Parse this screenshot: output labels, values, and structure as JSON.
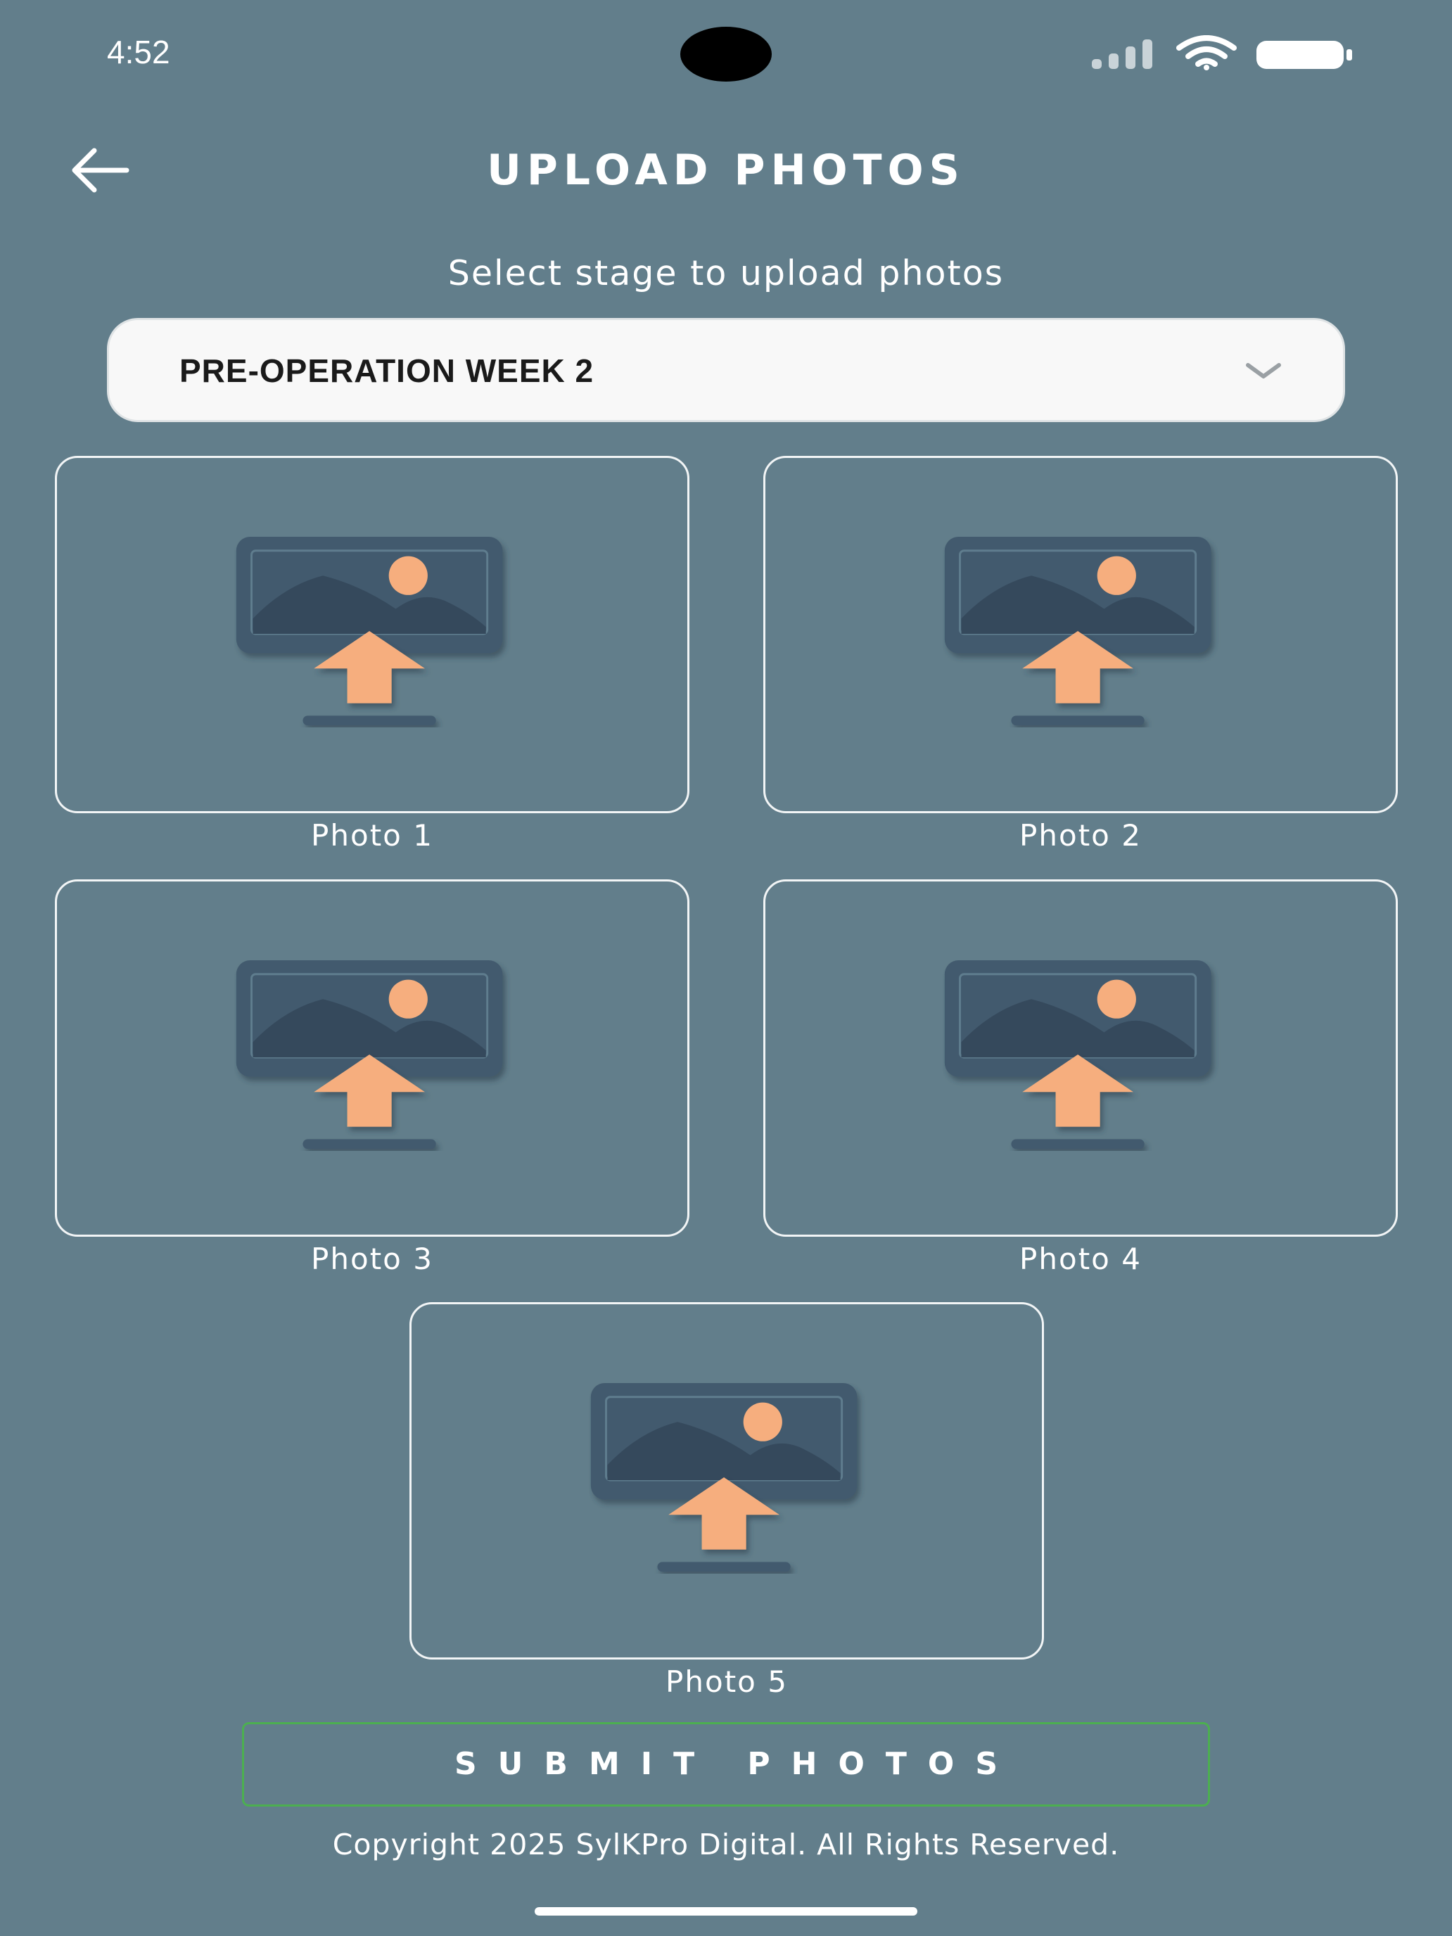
{
  "status_bar": {
    "time": "4:52"
  },
  "header": {
    "title": "UPLOAD PHOTOS",
    "back_icon": "arrow-left-icon"
  },
  "stage": {
    "prompt": "Select stage to upload photos",
    "selected": "PRE-OPERATION WEEK 2",
    "icon": "chevron-down-icon"
  },
  "photos": [
    {
      "label": "Photo 1",
      "icon": "image-upload-icon"
    },
    {
      "label": "Photo 2",
      "icon": "image-upload-icon"
    },
    {
      "label": "Photo 3",
      "icon": "image-upload-icon"
    },
    {
      "label": "Photo 4",
      "icon": "image-upload-icon"
    },
    {
      "label": "Photo 5",
      "icon": "image-upload-icon"
    }
  ],
  "submit": {
    "label": "SUBMIT PHOTOS"
  },
  "footer": {
    "copyright": "Copyright 2025 SylKPro Digital. All Rights Reserved."
  },
  "colors": {
    "background": "#627e8b",
    "icon_frame": "#425a6e",
    "icon_accent": "#f6ae7e",
    "submit_border": "#4caf50"
  }
}
